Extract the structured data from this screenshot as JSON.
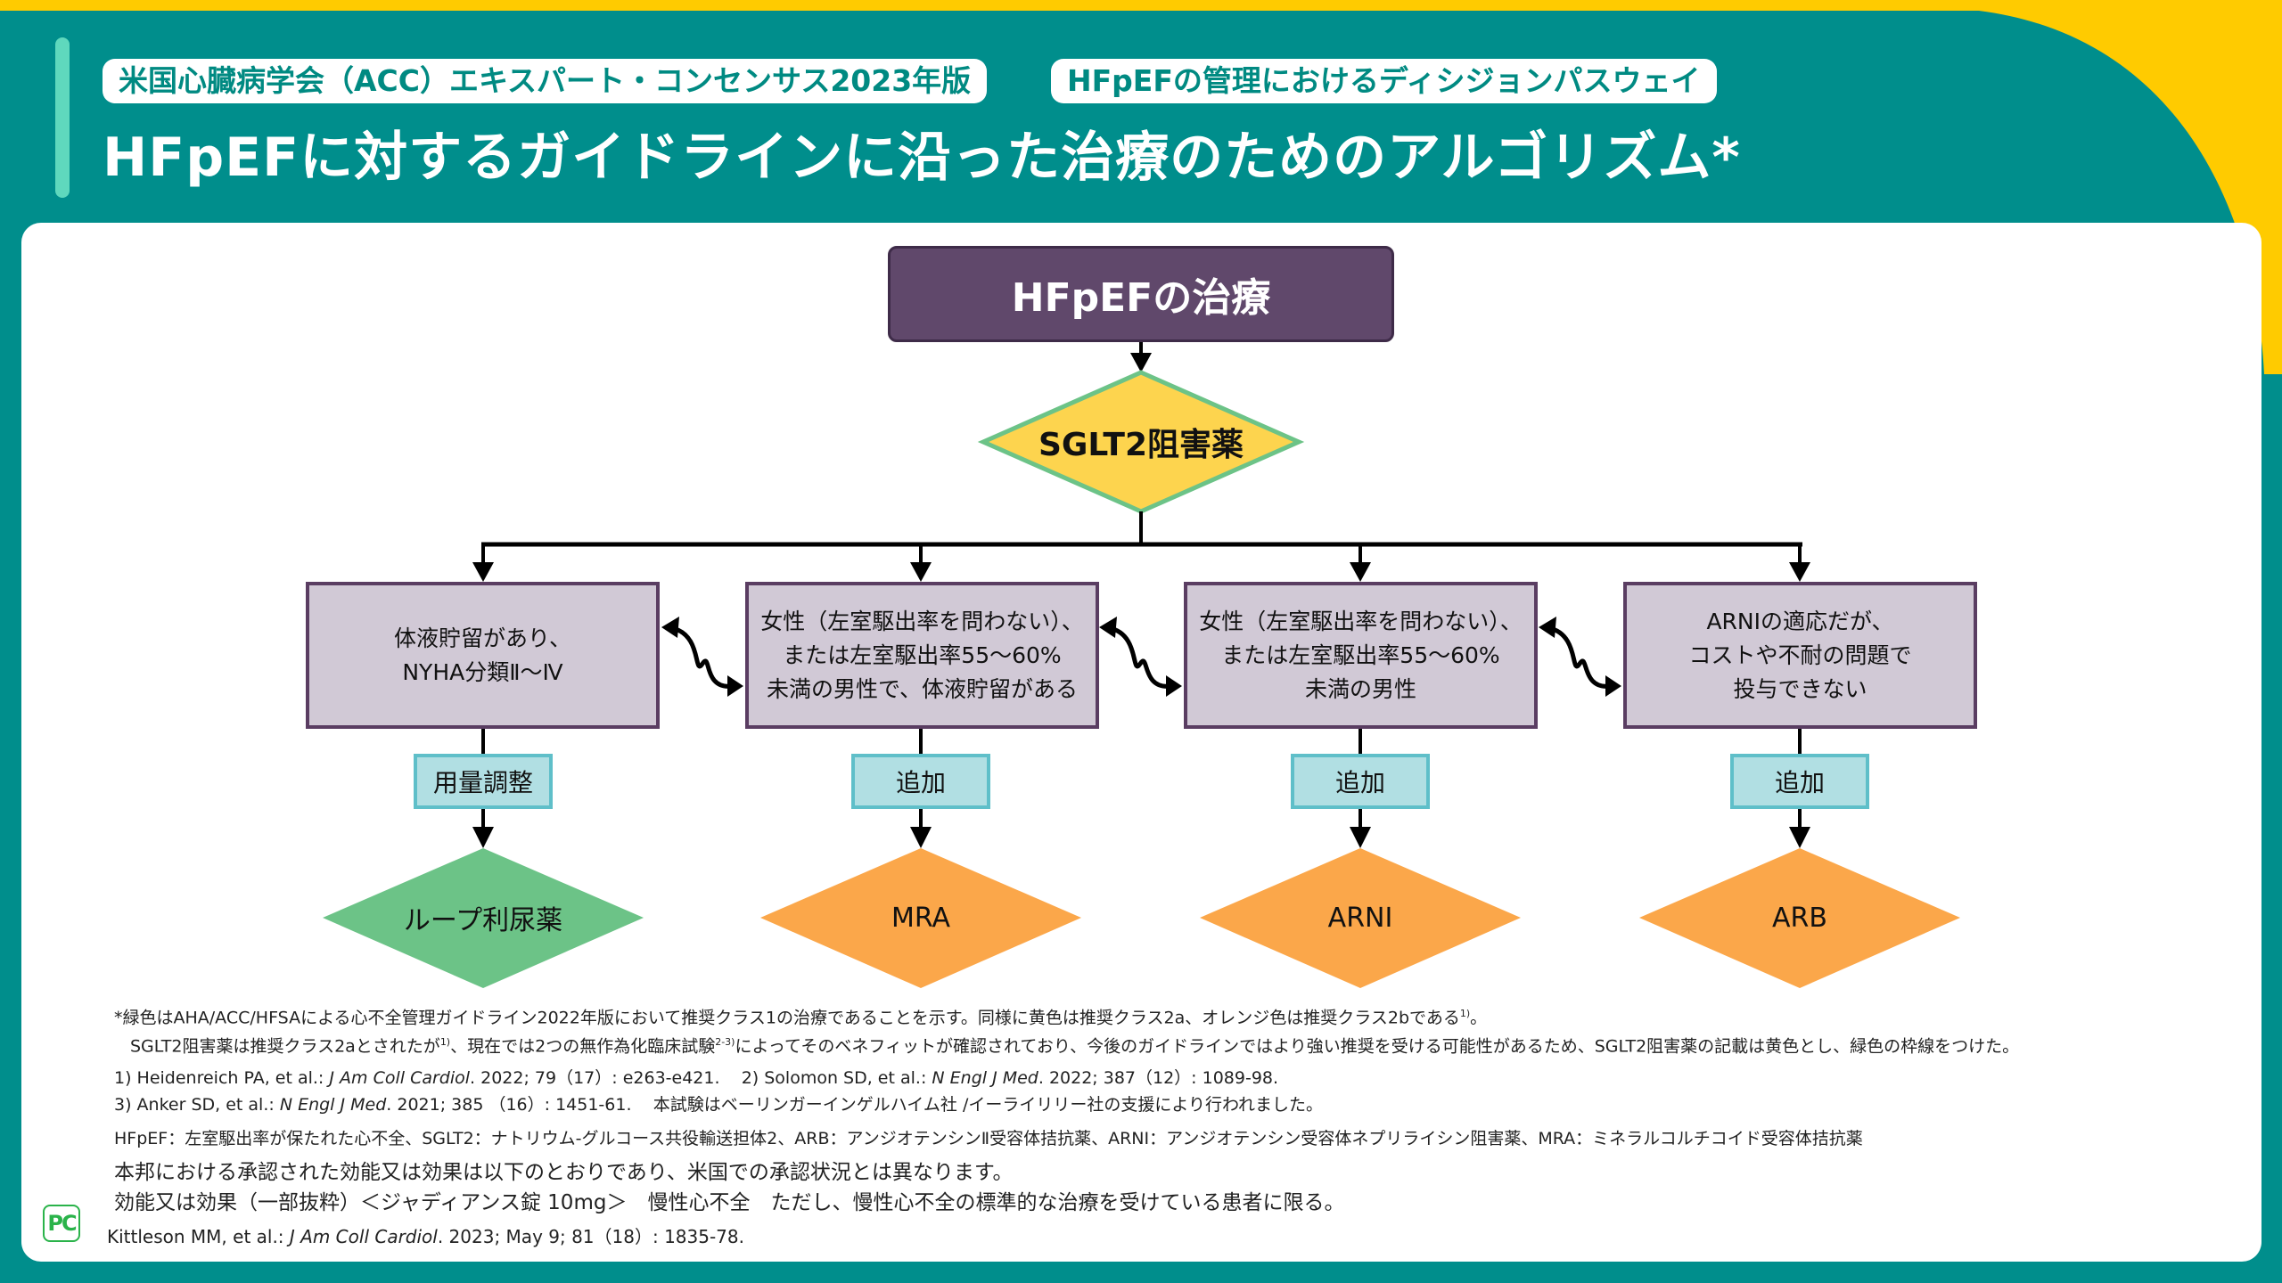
{
  "header": {
    "badge_1": "米国心臓病学会（ACC）エキスパート・コンセンサス2023年版",
    "badge_2": "HFpEFの管理におけるディシジョンパスウェイ",
    "title": "HFpEFに対するガイドラインに沿った治療のためのアルゴリズム*"
  },
  "colors": {
    "background_teal": "#008e8c",
    "top_yellow": "#ffcb00",
    "accent_mint": "#5fd8bd",
    "start_node_purple": "#60486b",
    "condition_box": "#d1c9d6",
    "action_box": "#b1dfe3",
    "class1_green": "#6cc387",
    "class2a_yellow": "#fdd44e",
    "class2b_orange": "#fba74a"
  },
  "flowchart": {
    "start": "HFpEFの治療",
    "first_line": "SGLT2阻害薬",
    "branches": [
      {
        "condition": [
          "体液貯留があり、",
          "NYHA分類Ⅱ～Ⅳ"
        ],
        "action": "用量調整",
        "drug": "ループ利尿薬",
        "recommendation_class": "1"
      },
      {
        "condition": [
          "女性（左室駆出率を問わない）、",
          "または左室駆出率55～60%",
          "未満の男性で、体液貯留がある"
        ],
        "action": "追加",
        "drug": "MRA",
        "recommendation_class": "2b"
      },
      {
        "condition": [
          "女性（左室駆出率を問わない）、",
          "または左室駆出率55～60%",
          "未満の男性"
        ],
        "action": "追加",
        "drug": "ARNI",
        "recommendation_class": "2b"
      },
      {
        "condition": [
          "ARNIの適応だが、",
          "コストや不耐の問題で",
          "投与できない"
        ],
        "action": "追加",
        "drug": "ARB",
        "recommendation_class": "2b"
      }
    ]
  },
  "footnotes": {
    "note_1a": "*緑色はAHA/ACC/HFSAによる心不全管理ガイドライン2022年版において推奨クラス1の治療であることを示す。同様に黄色は推奨クラス2a、オレンジ色は推奨クラス2bである",
    "note_1a_sup": "1)",
    "note_1a_end": "。",
    "note_1b_pre": "SGLT2阻害薬は推奨クラス2aとされたが",
    "note_1b_sup1": "1)",
    "note_1b_mid": "、現在では2つの無作為化臨床試験",
    "note_1b_sup2": "2-3)",
    "note_1b_end": "によってそのベネフィットが確認されており、今後のガイドラインではより強い推奨を受ける可能性があるため、SGLT2阻害薬の記載は黄色とし、緑色の枠線をつけた。",
    "ref_1_pre": "1) Heidenreich PA, et al.: ",
    "ref_1_journal": "J Am Coll Cardiol",
    "ref_1_post": ". 2022; 79（17）: e263-e421.",
    "ref_2_pre": "2) Solomon SD, et al.: ",
    "ref_2_journal": "N Engl J Med",
    "ref_2_post": ". 2022; 387（12）: 1089-98.",
    "ref_3_pre": "3) Anker SD, et al.: ",
    "ref_3_journal": "N Engl J Med",
    "ref_3_post": ". 2021; 385 （16）: 1451-61.",
    "sponsor": "本試験はベーリンガーインゲルハイム社 /イーライリリー社の支援により行われました。",
    "abbreviations": "HFpEF：左室駆出率が保たれた心不全、SGLT2：ナトリウム-グルコース共役輸送担体2、ARB：アンジオテンシンⅡ受容体拮抗薬、ARNI：アンジオテンシン受容体ネプリライシン阻害薬、MRA：ミネラルコルチコイド受容体拮抗薬",
    "approval_1": "本邦における承認された効能又は効果は以下のとおりであり、米国での承認状況とは異なります。",
    "approval_2": "効能又は効果（一部抜粋）＜ジャディアンス錠 10mg＞　慢性心不全　ただし、慢性心不全の標準的な治療を受けている患者に限る。"
  },
  "source": {
    "pre": "Kittleson MM, et al.: ",
    "journal": "J Am Coll Cardiol",
    "post": ". 2023; May 9; 81（18）: 1835-78."
  },
  "logo": {
    "text": "PC"
  }
}
